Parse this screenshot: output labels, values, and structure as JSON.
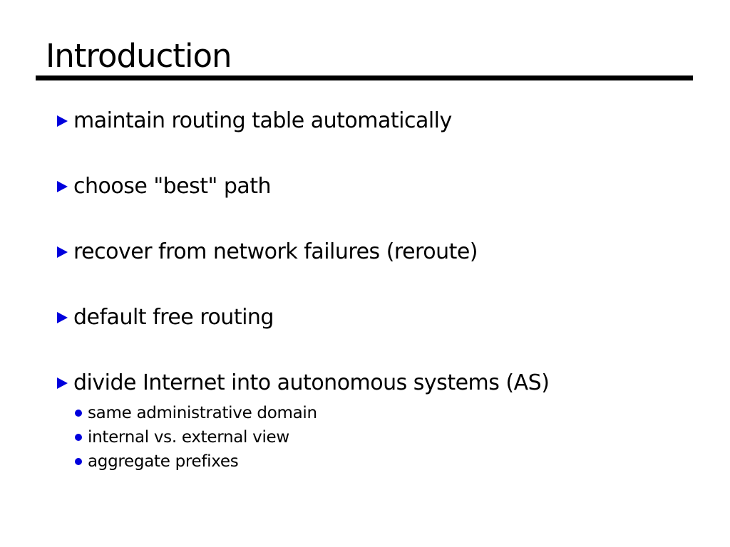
{
  "slide": {
    "title": "Introduction",
    "bullets": [
      "maintain routing table automatically",
      "choose \"best\" path",
      "recover from network failures (reroute)",
      "default free routing",
      "divide Internet into autonomous systems (AS)"
    ],
    "sub_bullets": [
      "same administrative domain",
      "internal vs. external view",
      "aggregate prefixes"
    ],
    "icons": {
      "main_bullet": "triangle-right-icon",
      "sub_bullet": "dot-icon"
    },
    "colors": {
      "background": "#FFFFFF",
      "text": "#000000",
      "rule": "#000000",
      "bullet": "#0000DD"
    }
  }
}
